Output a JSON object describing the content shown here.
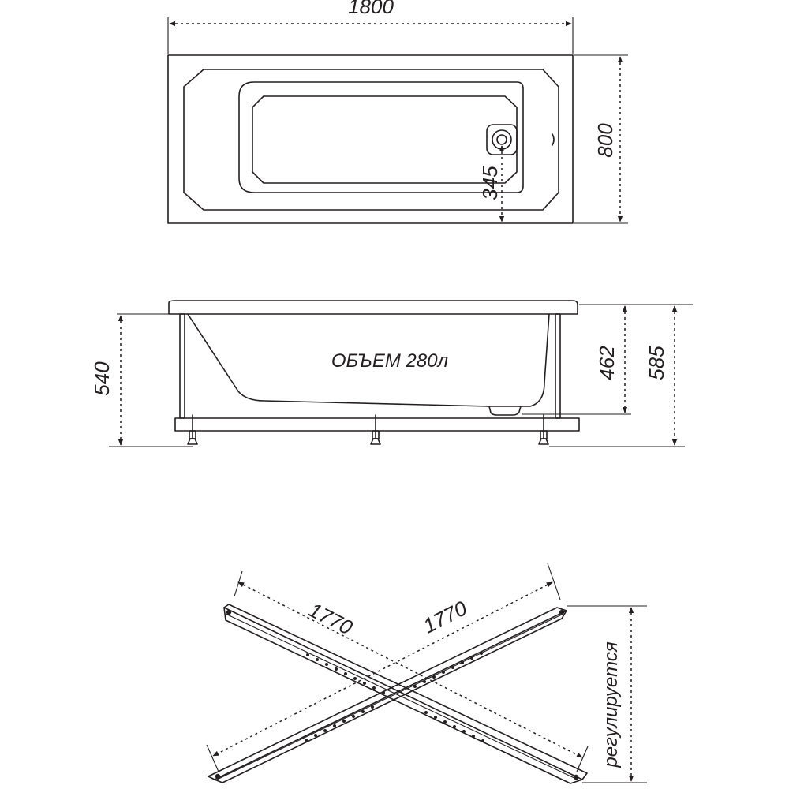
{
  "top_view": {
    "length": "1800",
    "width": "800",
    "drain_offset": "345"
  },
  "side_view": {
    "volume_label": "ОБЪЕМ 280л",
    "floor_to_rim": "540",
    "depth": "462",
    "total_height": "585"
  },
  "frame_view": {
    "rail_length_left": "1770",
    "rail_length_right": "1770",
    "adjustable_label": "регулируется"
  }
}
